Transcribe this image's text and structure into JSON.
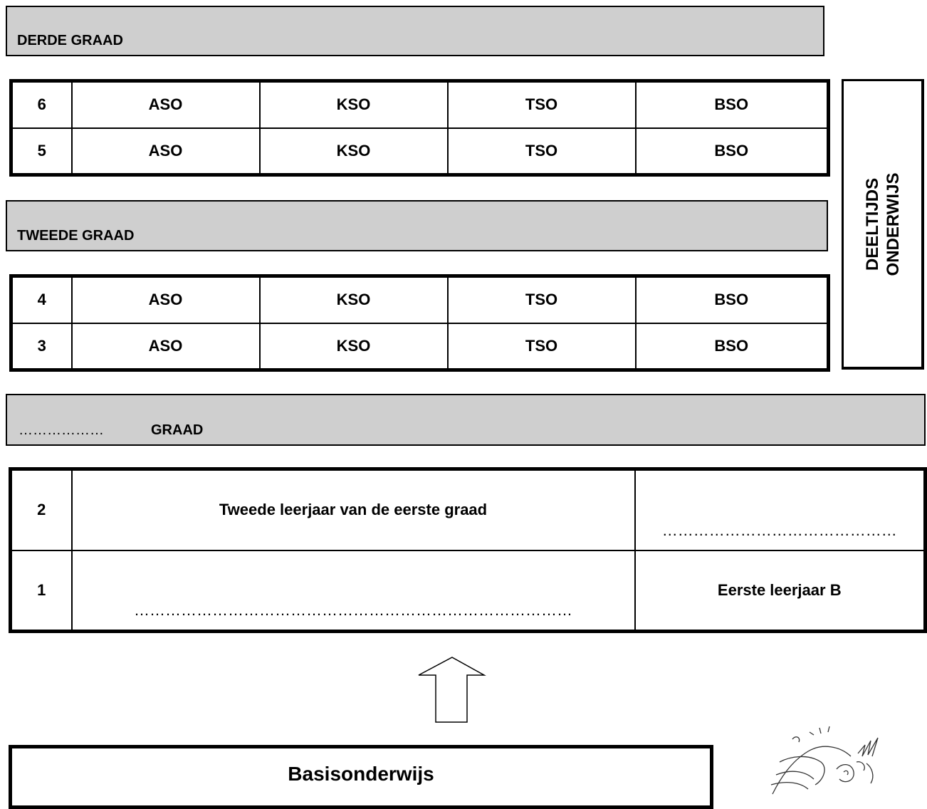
{
  "derde_graad": {
    "label": "DERDE GRAAD",
    "rows": [
      {
        "year": "6",
        "cells": [
          "ASO",
          "KSO",
          "TSO",
          "BSO"
        ]
      },
      {
        "year": "5",
        "cells": [
          "ASO",
          "KSO",
          "TSO",
          "BSO"
        ]
      }
    ]
  },
  "tweede_graad": {
    "label": "TWEEDE GRAAD",
    "rows": [
      {
        "year": "4",
        "cells": [
          "ASO",
          "KSO",
          "TSO",
          "BSO"
        ]
      },
      {
        "year": "3",
        "cells": [
          "ASO",
          "KSO",
          "TSO",
          "BSO"
        ]
      }
    ]
  },
  "deeltijds": {
    "line1": "DEELTIJDS",
    "line2": "ONDERWIJS"
  },
  "eerste_graad": {
    "label_blank": "………………",
    "label": "GRAAD",
    "row2": {
      "year": "2",
      "main": "Tweede leerjaar van de eerste graad",
      "side_blank": "………………………………………"
    },
    "row1": {
      "year": "1",
      "main_blank": "…………………………………………………………………………",
      "side": "Eerste leerjaar B"
    }
  },
  "basisonderwijs": {
    "label": "Basisonderwijs"
  }
}
